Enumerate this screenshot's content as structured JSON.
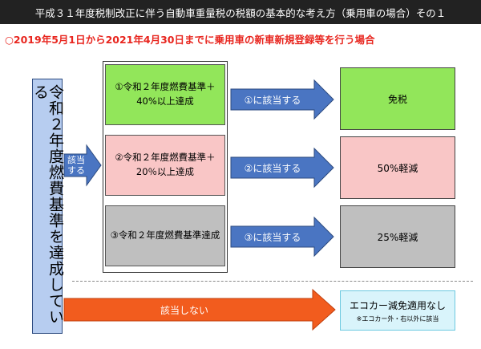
{
  "title": "平成３１年度税制改正に伴う自動車重量税の税額の基本的な考え方（乗用車の場合）その１",
  "subtitle": "○2019年5月1日から2021年4月30日までに乗用車の新車新規登録等を行う場合",
  "left_label": "令和２年度燃費基準を達成している",
  "applies_label": "該当する",
  "conditions": [
    {
      "text": "①令和２年度燃費基準＋40%以上達成",
      "color": "#92e65a"
    },
    {
      "text": "②令和２年度燃費基準＋20％以上達成",
      "color": "#f9c6c6"
    },
    {
      "text": "③令和２年度燃費基準達成",
      "color": "#bfbfbf"
    }
  ],
  "arrow_labels": [
    "①に該当する",
    "②に該当する",
    "③に該当する"
  ],
  "results": [
    {
      "text": "免税",
      "color": "#92e65a"
    },
    {
      "text": "50%軽減",
      "color": "#f9c6c6"
    },
    {
      "text": "25%軽減",
      "color": "#bfbfbf"
    }
  ],
  "not_applicable_label": "該当しない",
  "eco_result": "エコカー減免適用なし",
  "eco_note": "※エコカー外・右以外に該当",
  "colors": {
    "arrow_blue": "#4a75c2",
    "arrow_orange": "#f25c1e",
    "subtitle_red": "#e8261f",
    "left_box": "#b7cdf0",
    "eco_box": "#d9f4fb"
  }
}
